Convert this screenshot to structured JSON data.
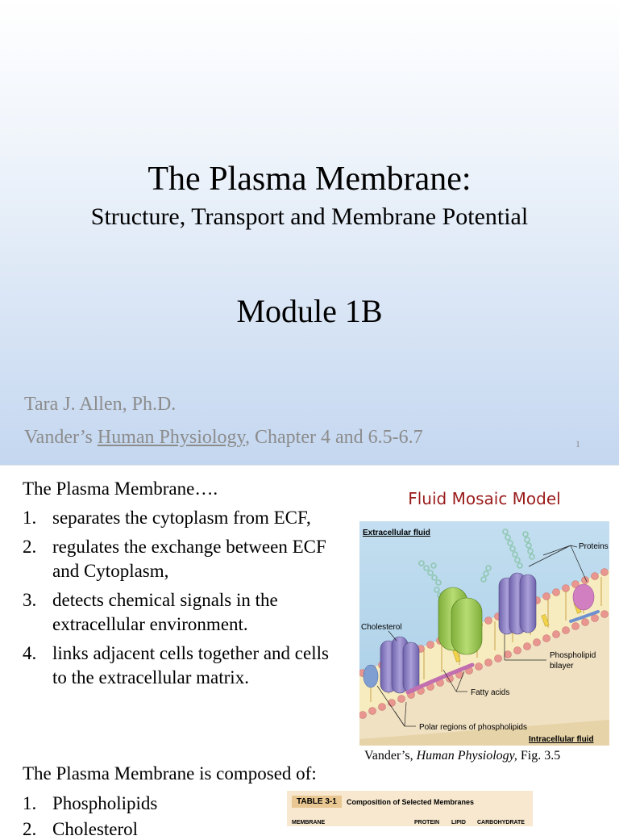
{
  "slide1": {
    "title": "The Plasma Membrane:",
    "subtitle": "Structure, Transport and Membrane Potential",
    "module": "Module 1B",
    "author": "Tara J. Allen, Ph.D.",
    "reference_prefix": "Vander’s ",
    "reference_book": "Human Physiology",
    "reference_suffix": ", Chapter 4 and 6.5-6.7",
    "slide_number": "1"
  },
  "slide2": {
    "intro": "The Plasma Membrane….",
    "functions": [
      {
        "num": "1.",
        "text": "separates the  cytoplasm from ECF,"
      },
      {
        "num": "2.",
        "text": "regulates the exchange between ECF and Cytoplasm,"
      },
      {
        "num": "3.",
        "text": "detects chemical signals in the extracellular environment."
      },
      {
        "num": "4.",
        "text": "links adjacent cells together and cells to the extracellular matrix."
      }
    ],
    "figure": {
      "title": "Fluid Mosaic Model",
      "labels": {
        "extracellular": "Extracellular fluid",
        "proteins": "Proteins",
        "cholesterol": "Cholesterol",
        "bilayer_1": "Phospholipid",
        "bilayer_2": "bilayer",
        "fatty_acids": "Fatty acids",
        "polar": "Polar regions of phospholipids",
        "intracellular": "Intracellular fluid"
      },
      "caption_prefix": "Vander’s, ",
      "caption_book": "Human Physiology,",
      "caption_suffix": " Fig. 3.5"
    },
    "composition_intro": "The Plasma Membrane is composed of:",
    "components": [
      {
        "num": "1.",
        "text": "Phospholipids"
      },
      {
        "num": "2.",
        "text": "Cholesterol"
      }
    ],
    "table": {
      "tag": "TABLE 3-1",
      "caption": "Composition of Selected Membranes",
      "headers": [
        "MEMBRANE",
        "PROTEIN",
        "LIPID",
        "CARBOHYDRATE"
      ]
    }
  },
  "colors": {
    "figure_title": "#9a1b1b",
    "muted_text": "#8c8c8c",
    "table_background": "#f7e8cf"
  }
}
